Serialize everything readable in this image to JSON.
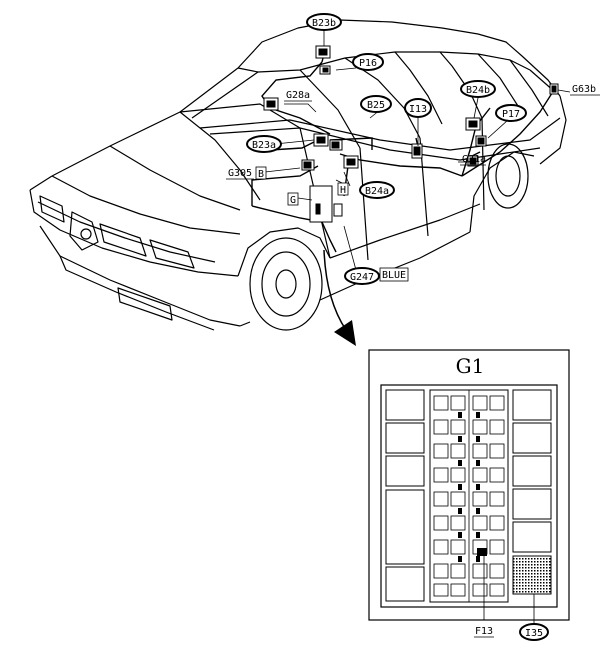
{
  "labels": {
    "b23b": "B23b",
    "p16": "P16",
    "g28a": "G28a",
    "b25": "B25",
    "i13": "I13",
    "b24b": "B24b",
    "p17": "P17",
    "g63b": "G63b",
    "b23a": "B23a",
    "g305": "G305",
    "g305_box": "B",
    "h": "H",
    "g_box": "G",
    "b24a": "B24a",
    "g31a": "G31a",
    "g247": "G247",
    "blue": "BLUE"
  },
  "inset": {
    "title": "G1",
    "f13": "F13",
    "i35": "I35"
  }
}
